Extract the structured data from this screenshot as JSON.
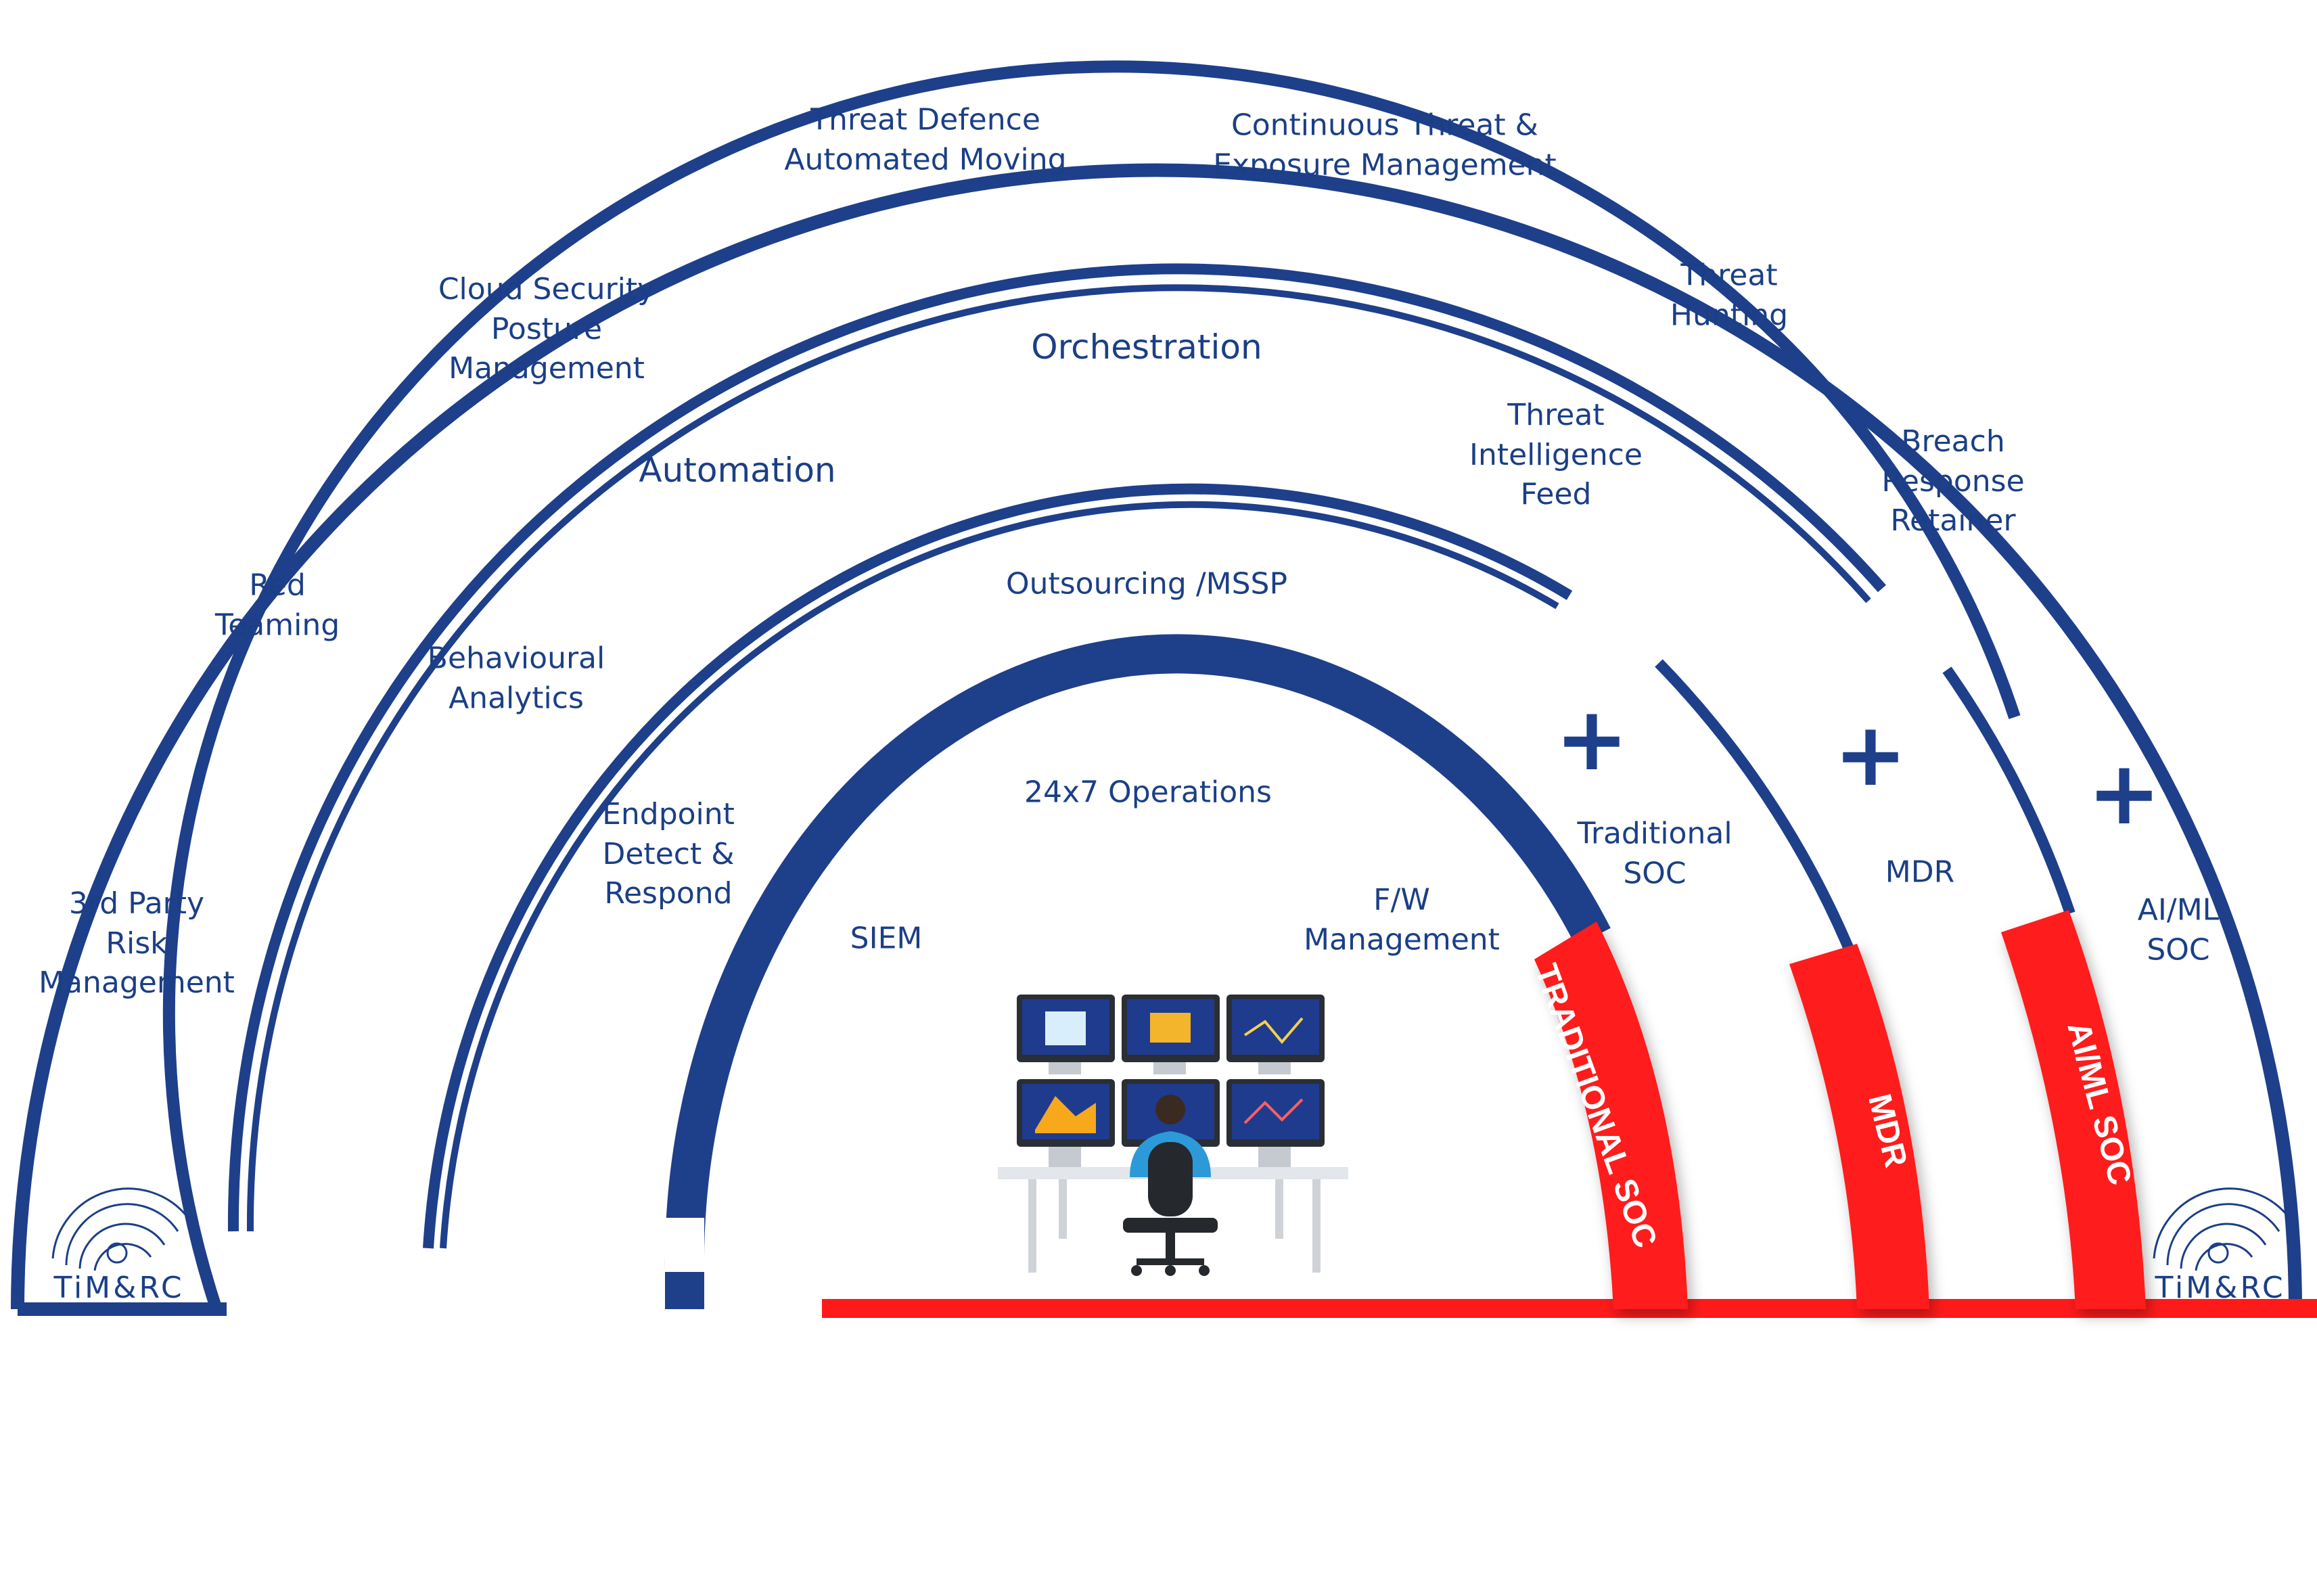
{
  "logo": {
    "left": "TiM&RC",
    "right": "TiM&RC"
  },
  "labels": {
    "third_party": "3rd Party\nRisk\nManagement",
    "red_teaming": "Red\nTeaming",
    "cloud_security": "Cloud Security\nPosture\nManagement",
    "threat_defence": "Threat Defence\nAutomated Moving",
    "ctem": "Continuous Threat &\nExposure Management",
    "threat_hunting": "Threat\nHunting",
    "breach_response": "Breach\nResponse\nRetainer",
    "ai_ml_soc": "AI/ML\nSOC",
    "orchestration": "Orchestration",
    "automation": "Automation",
    "behavioural": "Behavioural\nAnalytics",
    "threat_intel": "Threat\nIntelligence\nFeed",
    "mdr": "MDR",
    "outsourcing": "Outsourcing /MSSP",
    "endpoint": "Endpoint\nDetect &\nRespond",
    "traditional_soc": "Traditional\nSOC",
    "operations": "24x7 Operations",
    "siem": "SIEM",
    "fw": "F/W\nManagement"
  },
  "plus_sign": "+",
  "bands": {
    "traditional": "TRADITIONAL SOC",
    "mdr": "MDR",
    "aiml": "AI/ML SOC"
  },
  "colors": {
    "navy": "#1e3f8a",
    "red": "#ff1a1a",
    "text": "#1b3f86"
  }
}
